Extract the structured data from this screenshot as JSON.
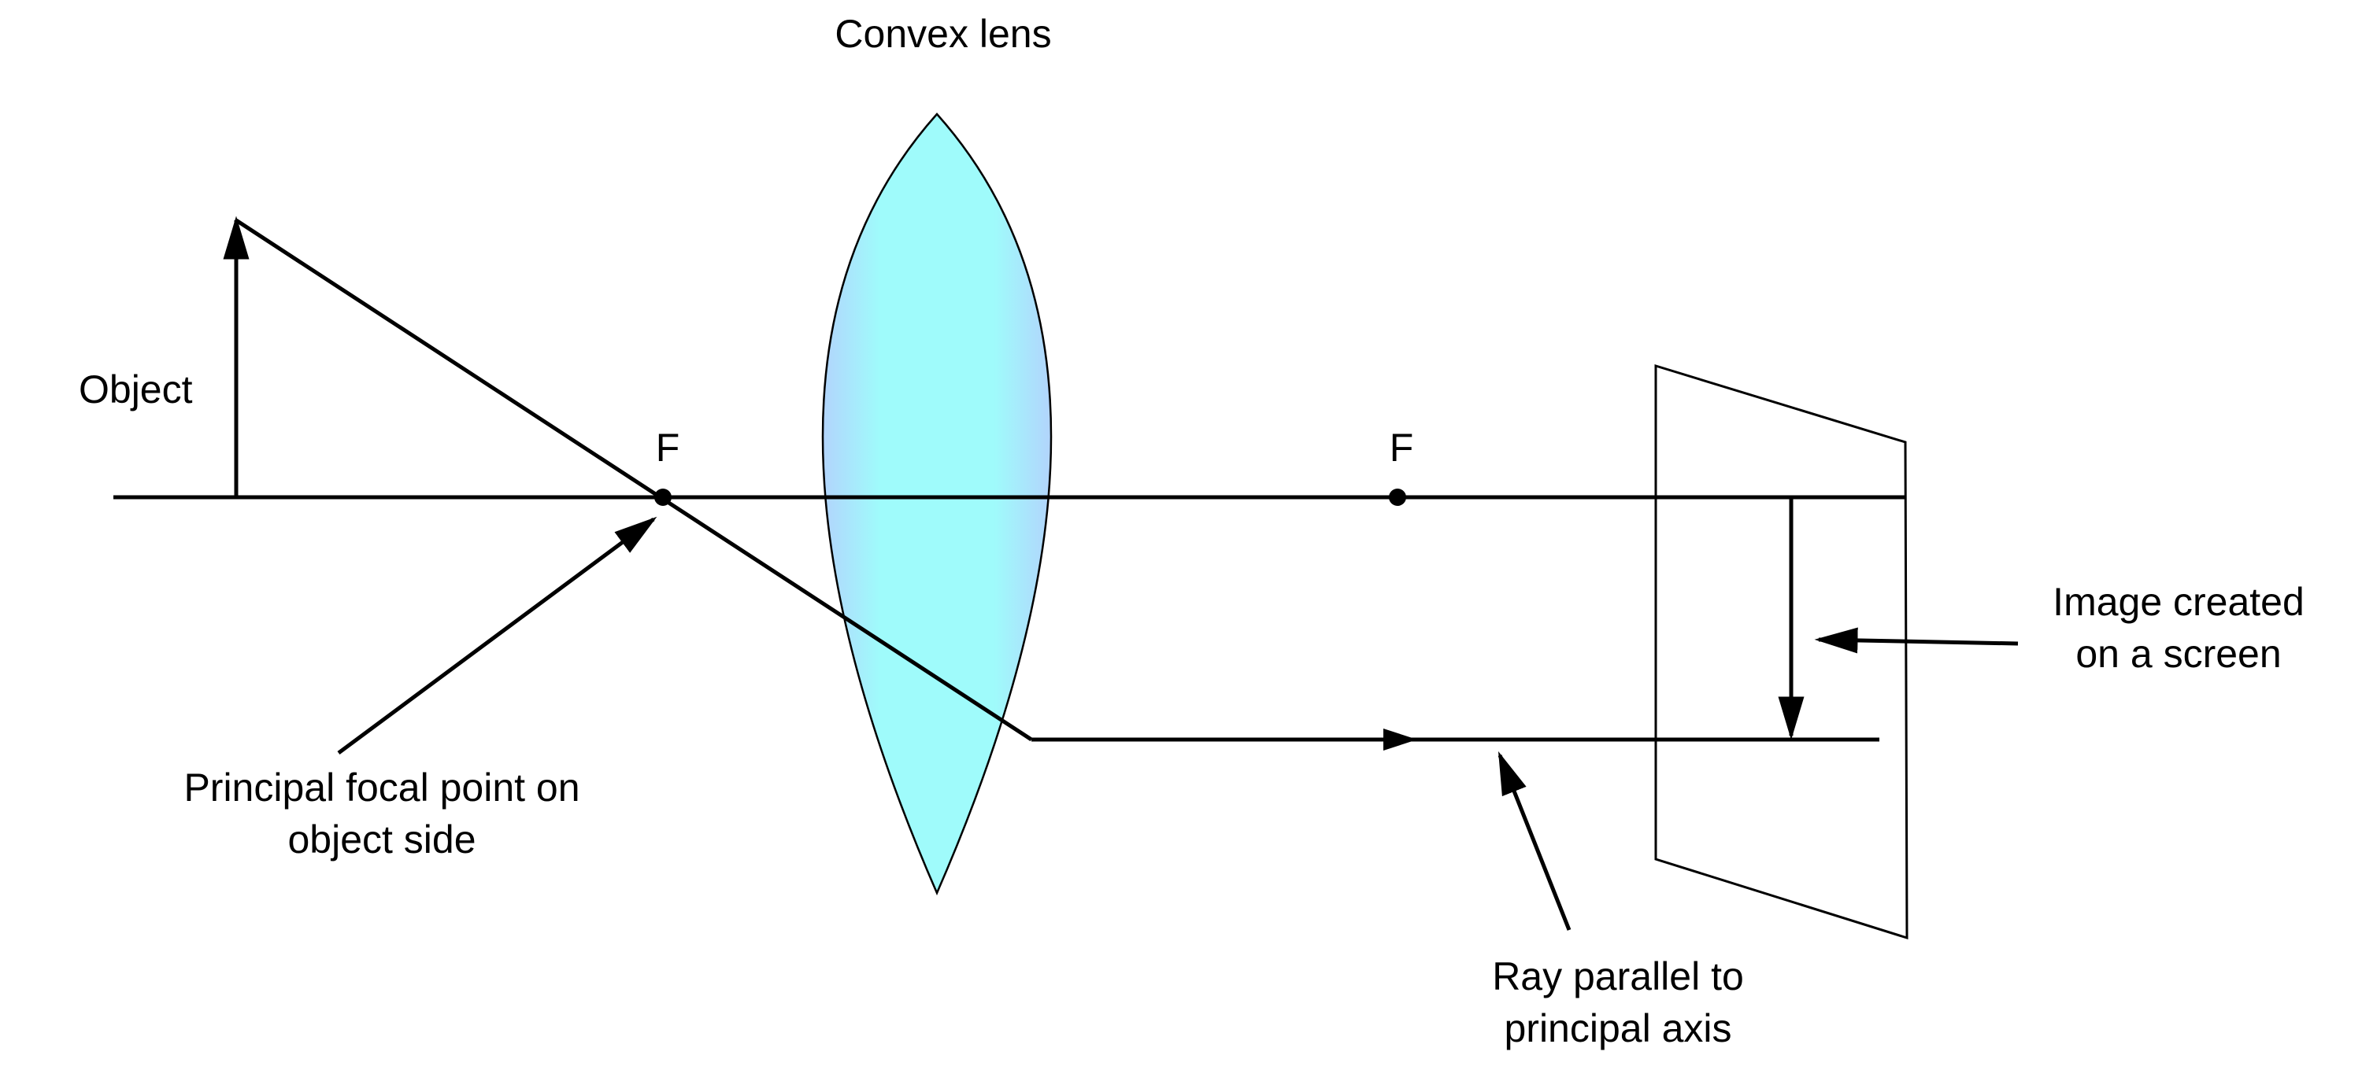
{
  "labels": {
    "lens_title": "Convex lens",
    "object": "Object",
    "focal_left": "F",
    "focal_right": "F",
    "principal_focal_line1": "Principal focal point on",
    "principal_focal_line2": "object side",
    "image_line1": "Image created",
    "image_line2": "on a  screen",
    "ray_line1": "Ray parallel to",
    "ray_line2": "principal axis"
  },
  "colors": {
    "line": "#000000",
    "lens_center": "#9ffbfb",
    "lens_edge": "#b2d4fc",
    "background": "#ffffff"
  }
}
